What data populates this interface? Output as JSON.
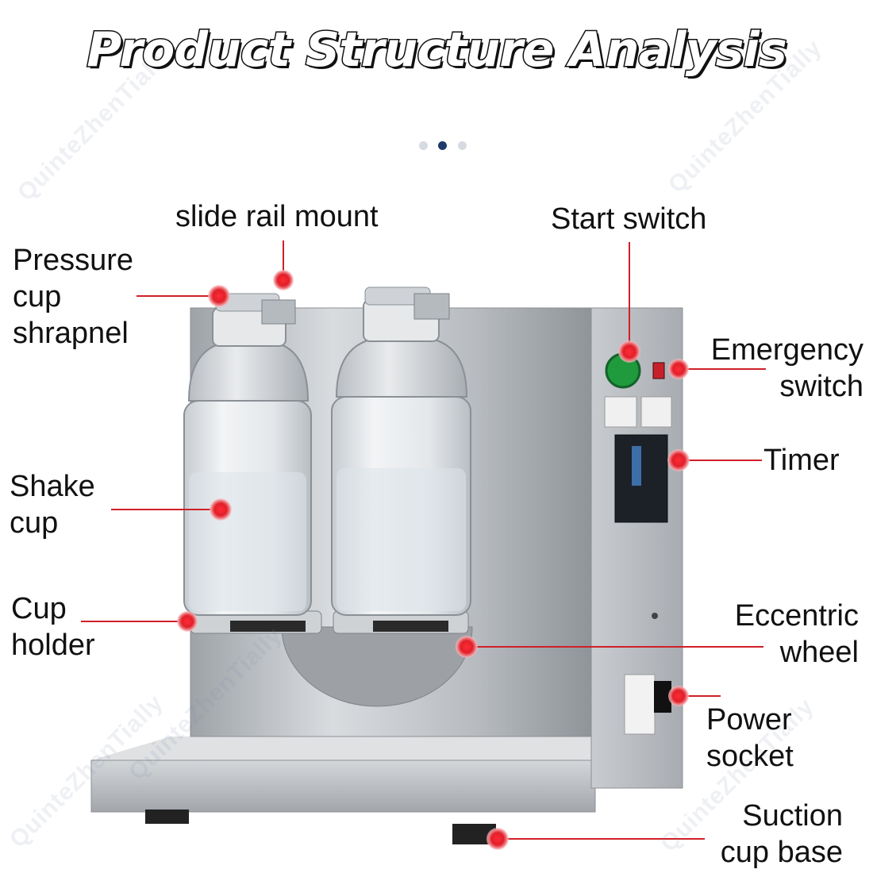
{
  "title": "Product Structure Analysis",
  "carousel": {
    "count": 3,
    "active_index": 1
  },
  "watermark_text": "QuinteZhenTially",
  "colors": {
    "marker": "#e0202a",
    "leader_line": "#d02028",
    "steel": "#b4b8bc",
    "title_outline": "#111111",
    "active_dot": "#1f3a6b"
  },
  "labels": {
    "slide_rail_mount": "slide rail mount",
    "pressure_cup_shrapnel": "Pressure\ncup\nshrapnel",
    "shake_cup": "Shake\ncup",
    "cup_holder": "Cup\nholder",
    "start_switch": "Start switch",
    "emergency_switch": "Emergency\nswitch",
    "timer": "Timer",
    "eccentric_wheel": "Eccentric\nwheel",
    "power_socket": "Power\nsocket",
    "suction_cup_base": "Suction\ncup base"
  }
}
